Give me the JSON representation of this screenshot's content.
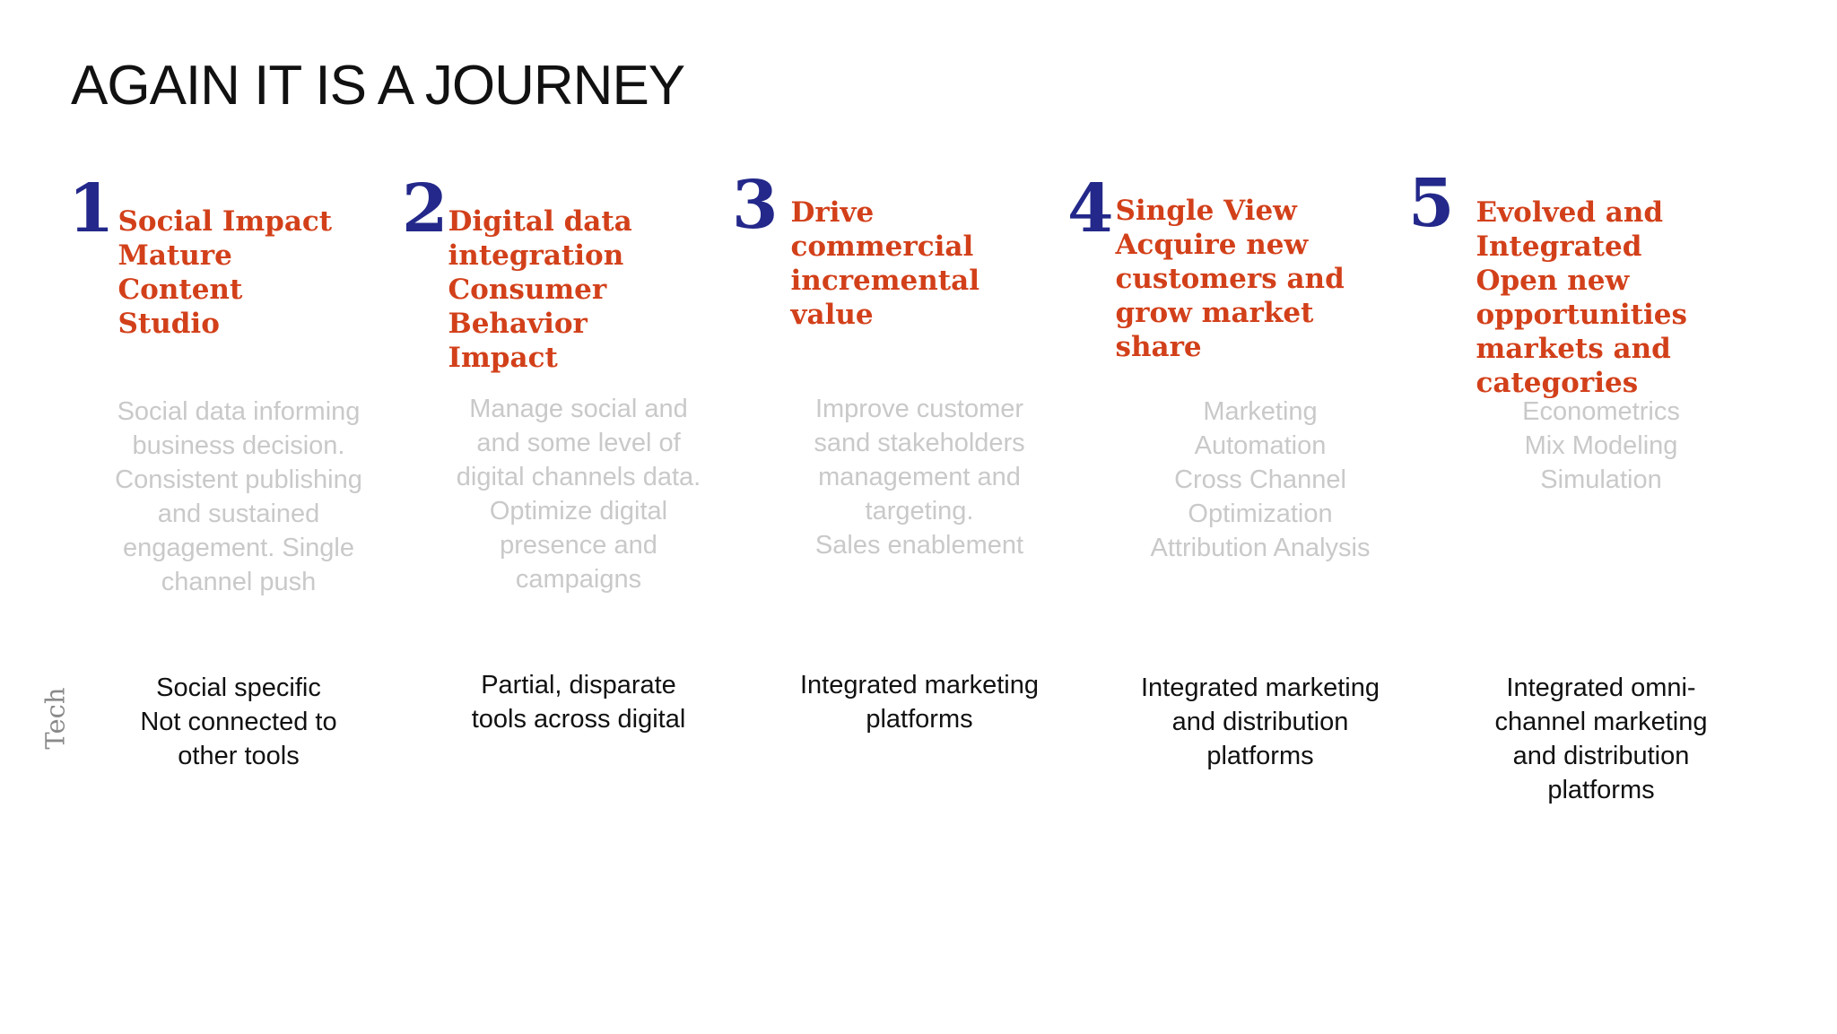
{
  "slide": {
    "title": "AGAIN IT IS A JOURNEY",
    "row_label": "Tech"
  },
  "stages": [
    {
      "number": "1",
      "heading": "Social Impact\nMature Content\nStudio",
      "description": "Social data informing\nbusiness decision.\nConsistent publishing\nand sustained\nengagement. Single\nchannel push",
      "tech": "Social specific\nNot connected to\nother tools"
    },
    {
      "number": "2",
      "heading": "Digital data\nintegration\nConsumer\nBehavior Impact",
      "description": "Manage social and\nand some level of\ndigital channels data.\nOptimize digital\npresence and\ncampaigns",
      "tech": "Partial, disparate\ntools across digital"
    },
    {
      "number": "3",
      "heading": "Drive\ncommercial\nincremental\nvalue",
      "description": "Improve customer\nsand stakeholders\nmanagement and\ntargeting.\nSales enablement",
      "tech": "Integrated marketing\nplatforms"
    },
    {
      "number": "4",
      "heading": "Single View\nAcquire new\ncustomers and\ngrow market\nshare",
      "description": "Marketing\nAutomation\nCross Channel\nOptimization\nAttribution Analysis",
      "tech": "Integrated marketing\nand distribution\nplatforms"
    },
    {
      "number": "5",
      "heading": "Evolved and\nIntegrated\nOpen new opportunities\nmarkets and categories",
      "description": "Econometrics\nMix Modeling\nSimulation",
      "tech": "Integrated omni-\nchannel marketing\nand distribution\nplatforms"
    }
  ]
}
